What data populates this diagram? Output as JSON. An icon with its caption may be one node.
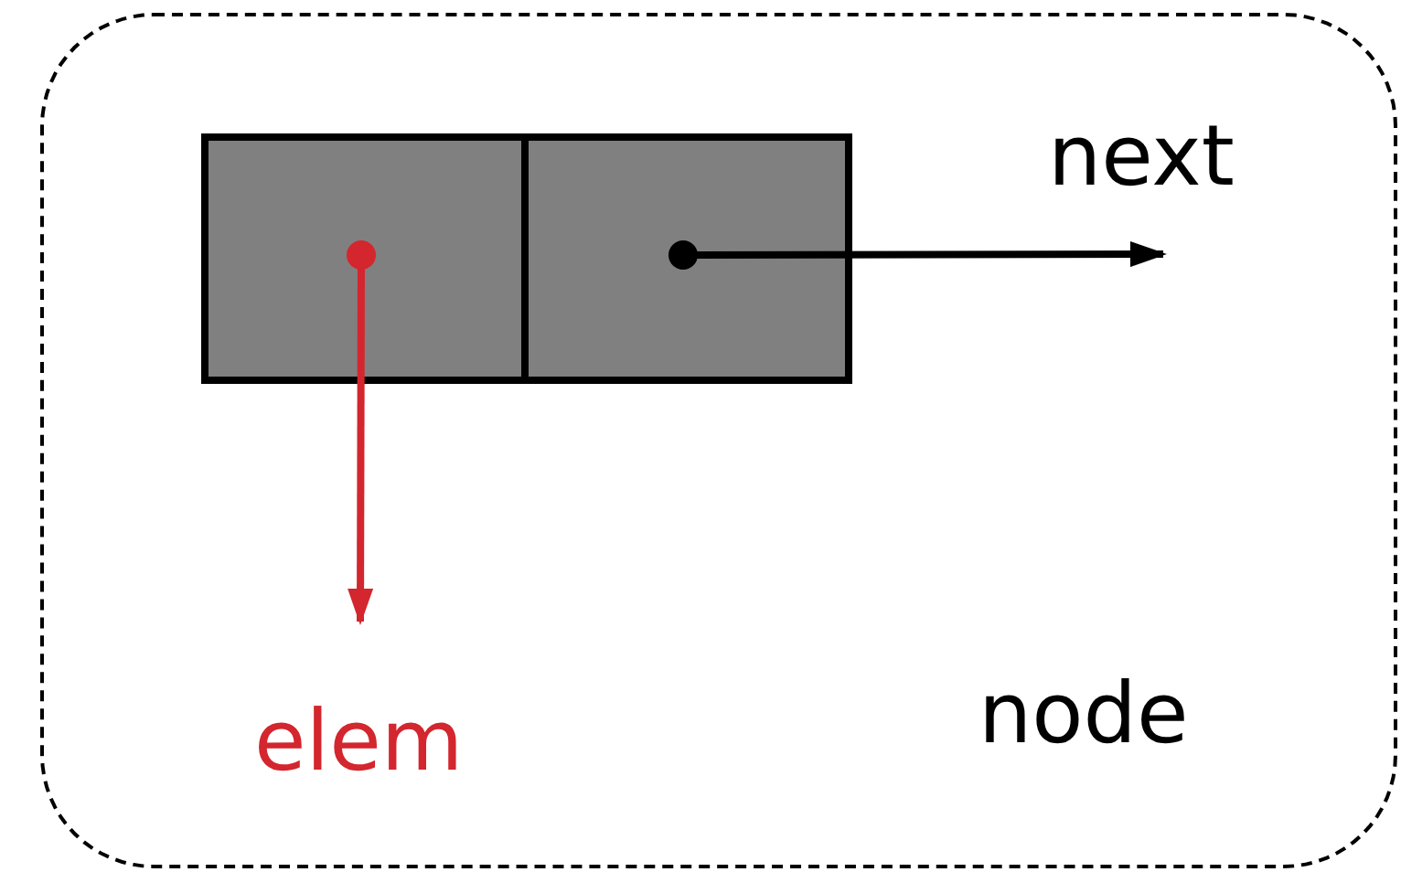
{
  "diagram": {
    "nodes": [
      {
        "text": [
          "node"
        ]
      },
      {
        "text": [],
        "shape": "box",
        "in": 0
      },
      {
        "text": [],
        "shape": "box",
        "in": 0
      }
    ],
    "edges": [
      {
        "from": 1,
        "to": null,
        "arrow": "to",
        "color": "#d3262e"
      },
      {
        "from": 2,
        "to": null,
        "arrow": "to",
        "color": "#000000"
      }
    ],
    "labels": [
      "next",
      "elem"
    ]
  }
}
